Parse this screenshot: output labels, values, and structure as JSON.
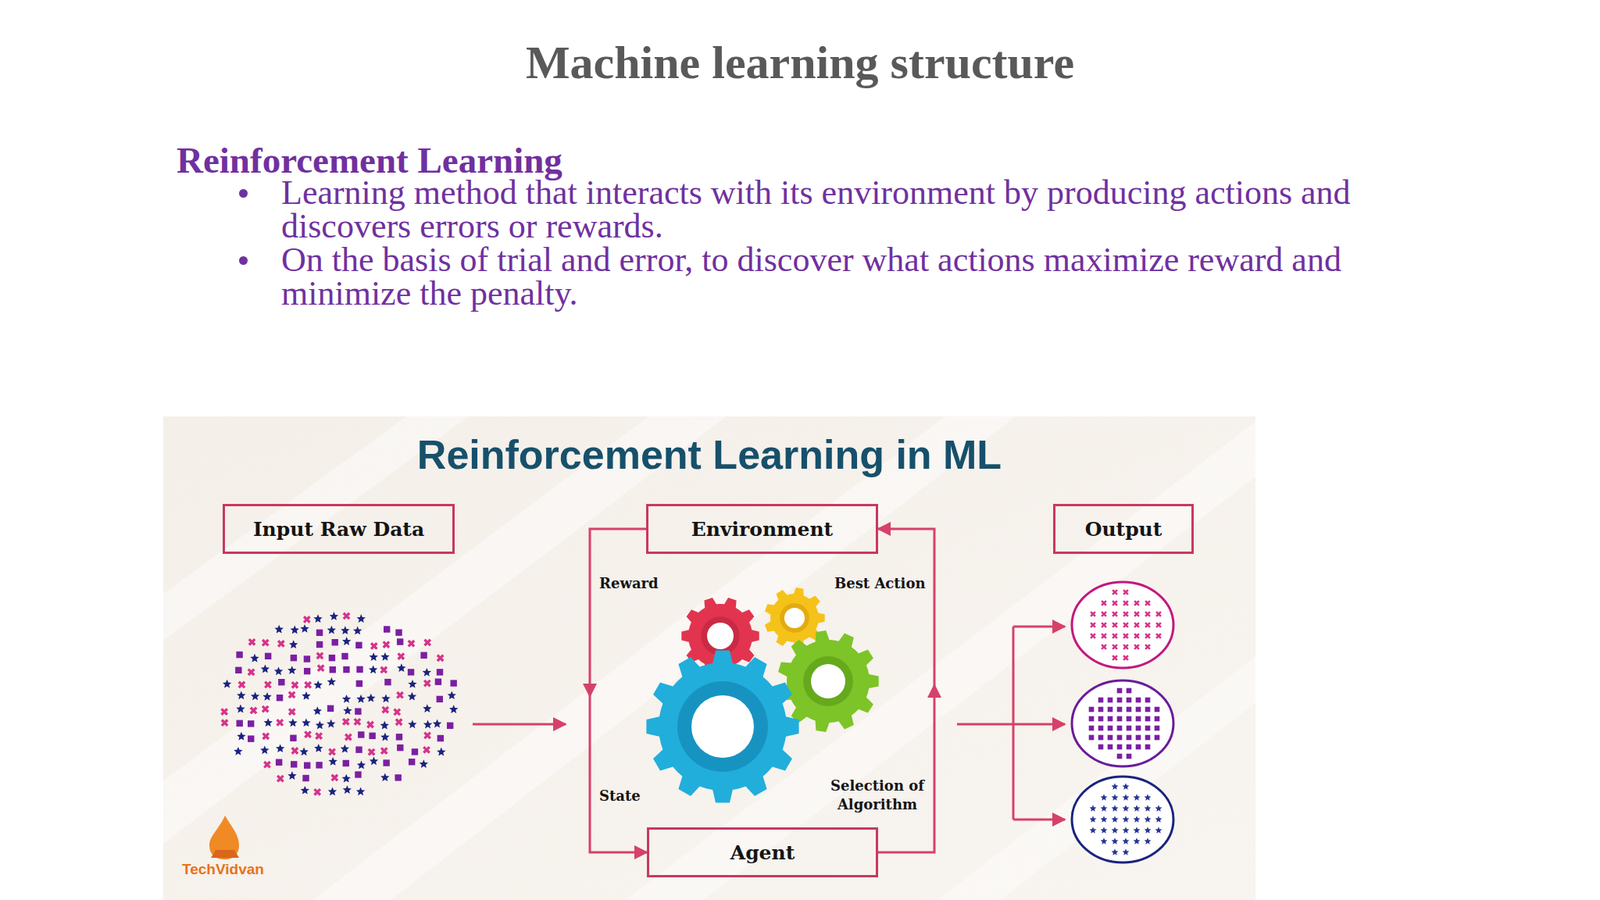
{
  "diagram": {
    "title": "Machine learning structure",
    "nodes": [
      {
        "text": [
          "Input Raw Data"
        ]
      },
      {
        "text": [
          "Environment"
        ]
      },
      {
        "text": [
          "Output"
        ]
      },
      {
        "text": [
          "Agent"
        ]
      }
    ],
    "edges": [
      {
        "from": 1,
        "to": 3,
        "arrow": "to",
        "label": "Reward"
      },
      {
        "from": 3,
        "to": 1,
        "arrow": "to",
        "label": "Best Action"
      }
    ],
    "labels": [
      "Reinforcement Learning",
      "Learning method that interacts with its environment by producing actions and discovers errors or rewards.",
      "On the basis of trial and error, to discover what actions maximize reward and minimize the penalty.",
      "Reinforcement Learning in ML",
      "State",
      "Selection of Algorithm",
      "TechVidvan"
    ]
  }
}
